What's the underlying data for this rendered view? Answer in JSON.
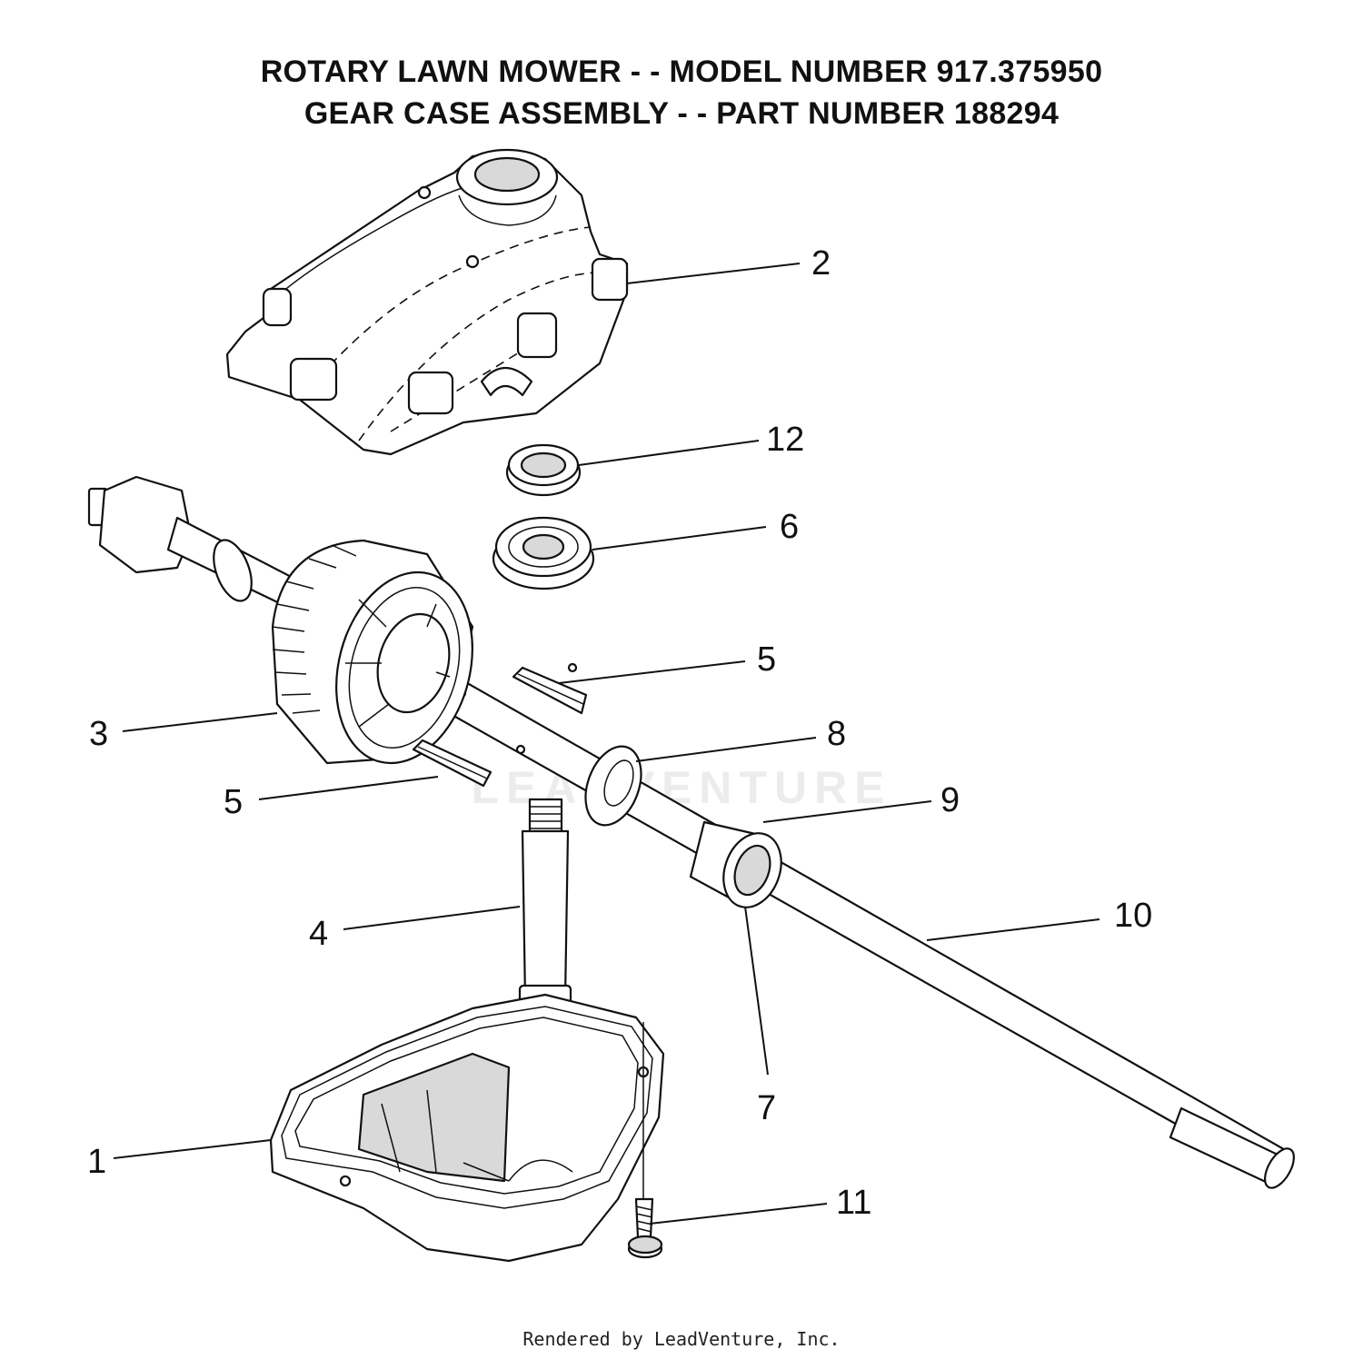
{
  "header": {
    "line1": "ROTARY LAWN MOWER - - MODEL NUMBER  917.375950",
    "line2": "GEAR CASE ASSEMBLY - - PART NUMBER 188294"
  },
  "callouts": [
    "2",
    "12",
    "6",
    "5",
    "3",
    "8",
    "5",
    "9",
    "4",
    "10",
    "7",
    "1",
    "11"
  ],
  "watermark": "LEADVENTURE",
  "footer": "Rendered by LeadVenture, Inc."
}
